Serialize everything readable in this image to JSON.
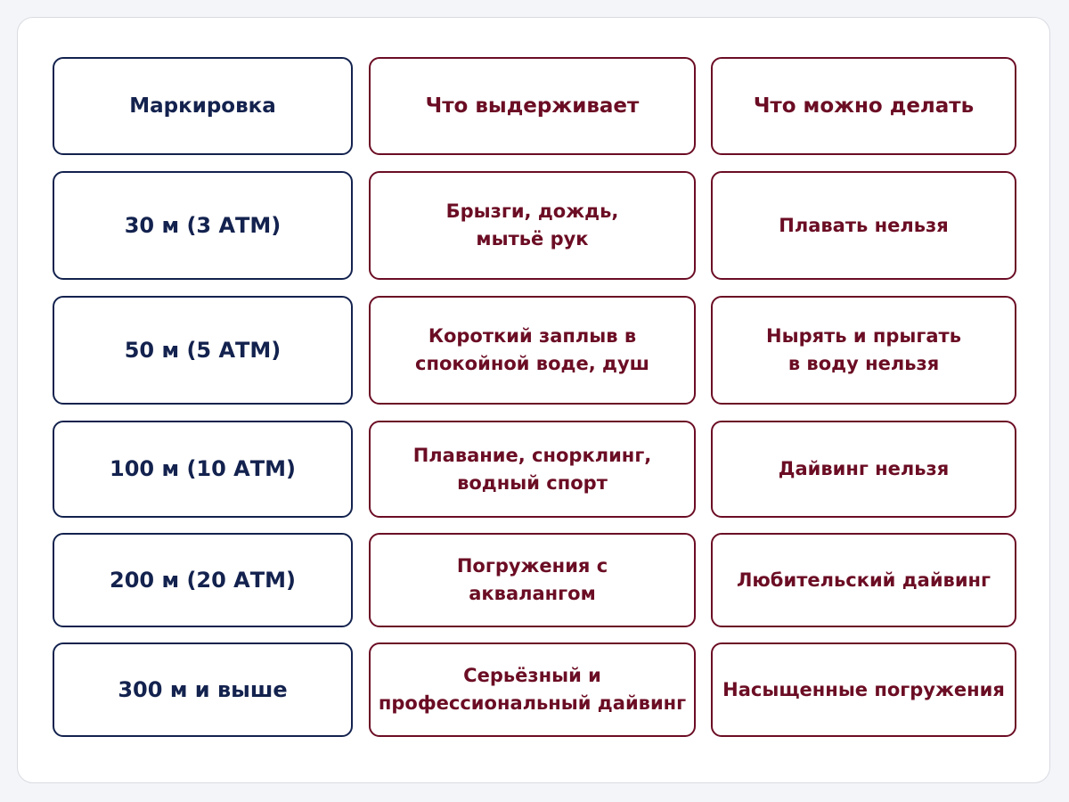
{
  "table": {
    "header": {
      "marking": "Маркировка",
      "withstands": "Что выдерживает",
      "allowed": "Что можно делать"
    },
    "rows": [
      {
        "marking": "30 м (3 АТМ)",
        "withstands": "Брызги, дождь,\nмытьё рук",
        "allowed": "Плавать нельзя"
      },
      {
        "marking": "50 м (5 АТМ)",
        "withstands": "Короткий заплыв в\nспокойной воде, душ",
        "allowed": "Нырять и прыгать\nв воду нельзя"
      },
      {
        "marking": "100 м (10 АТМ)",
        "withstands": "Плавание, снорклинг,\nводный спорт",
        "allowed": "Дайвинг нельзя"
      },
      {
        "marking": "200 м (20 АТМ)",
        "withstands": "Погружения с\nаквалангом",
        "allowed": "Любительский дайвинг"
      },
      {
        "marking": "300 м и выше",
        "withstands": "Серьёзный и\nпрофессиональный дайвинг",
        "allowed": "Насыщенные погружения"
      }
    ]
  },
  "colors": {
    "marking_accent": "#13224e",
    "info_accent": "#6b0d24",
    "card_background": "#ffffff",
    "page_background": "#f4f5f8"
  }
}
